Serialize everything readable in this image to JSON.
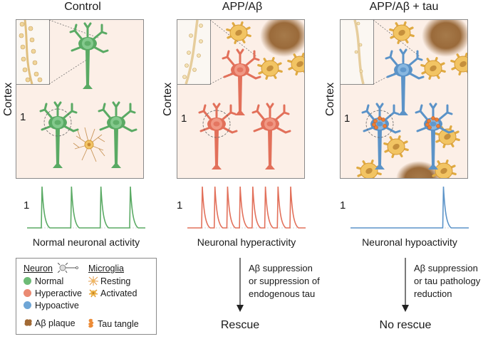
{
  "panels": [
    {
      "title": "Control",
      "axis_label": "Cortex",
      "trace_label": "Normal neuronal activity",
      "neuron_state": "normal",
      "circle_label": "1",
      "trace_marker": "1",
      "spike_count": 4,
      "color": "#5aaa64"
    },
    {
      "title": "APP/Aβ",
      "axis_label": "Cortex",
      "trace_label": "Neuronal hyperactivity",
      "neuron_state": "hyperactive",
      "circle_label": "1",
      "trace_marker": "1",
      "spike_count": 8,
      "color": "#e2705a"
    },
    {
      "title": "APP/Aβ + tau",
      "axis_label": "Cortex",
      "trace_label": "Neuronal hypoactivity",
      "neuron_state": "hypoactive",
      "circle_label": "1",
      "trace_marker": "1",
      "spike_count": 1,
      "color": "#5b93c8"
    }
  ],
  "legend": {
    "neuron_heading": "Neuron",
    "microglia_heading": "Microglia",
    "neuron_states": [
      {
        "label": "Normal",
        "color": "#6dbb76"
      },
      {
        "label": "Hyperactive",
        "color": "#ea8a72"
      },
      {
        "label": "Hypoactive",
        "color": "#6fa6d6"
      }
    ],
    "microglia_states": [
      {
        "label": "Resting",
        "icon": "resting-microglia-icon"
      },
      {
        "label": "Activated",
        "icon": "activated-microglia-icon"
      }
    ],
    "plaque_label": "Aβ plaque",
    "tangle_label": "Tau tangle"
  },
  "interventions": [
    {
      "text_lines": [
        "Aβ suppression",
        "or suppression of",
        "endogenous tau"
      ],
      "outcome": "Rescue"
    },
    {
      "text_lines": [
        "Aβ suppression",
        "or tau pathology",
        "reduction"
      ],
      "outcome": "No rescue"
    }
  ],
  "colors": {
    "panel_bg": "#fcefe7",
    "spine": "#e8c98c",
    "microglia": "#e6b55a",
    "plaque": "#8a5a2b",
    "tangle": "#e8772e"
  }
}
